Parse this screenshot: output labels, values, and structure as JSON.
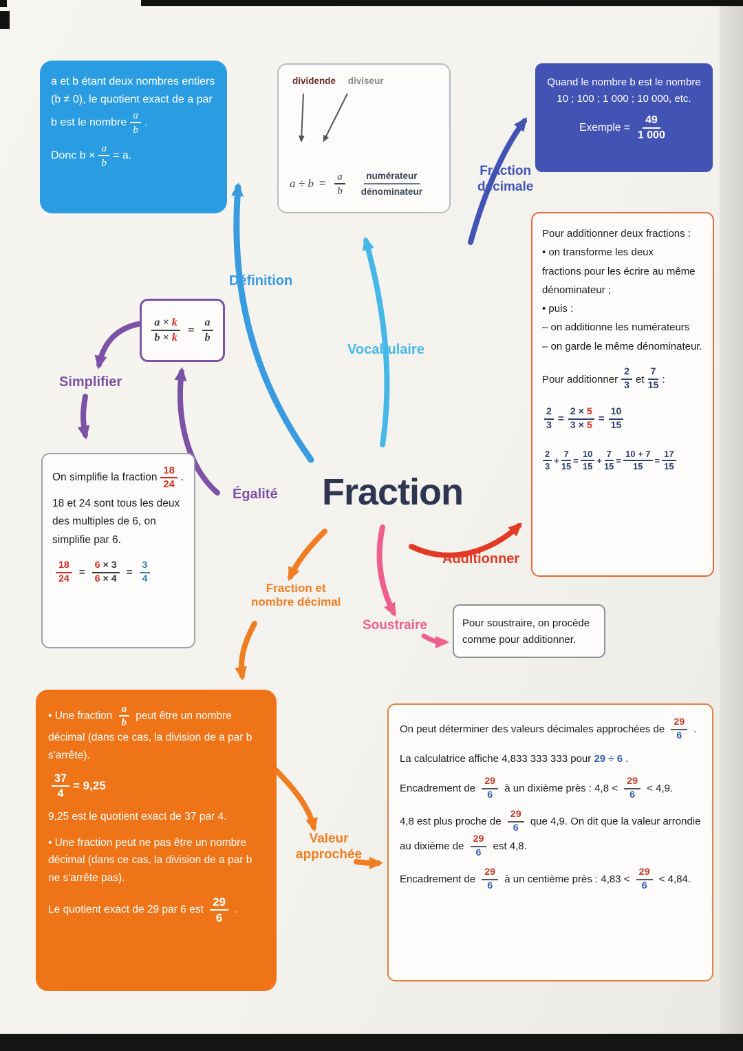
{
  "center": {
    "title": "Fraction"
  },
  "branches": {
    "definition": {
      "label": "Définition",
      "color": "#3a9ce0"
    },
    "vocabulaire": {
      "label": "Vocabulaire",
      "color": "#45b8e8"
    },
    "fraction_decimale": {
      "label_line1": "Fraction",
      "label_line2": "décimale",
      "color": "#4353b4"
    },
    "egalite": {
      "label": "Égalité",
      "color": "#7b52a5"
    },
    "simplifier": {
      "label": "Simplifier",
      "color": "#7b52a5"
    },
    "additionner": {
      "label": "Additionner",
      "color": "#e23a24"
    },
    "soustraire": {
      "label": "Soustraire",
      "color": "#ee5f8f"
    },
    "fraction_nombre_decimal": {
      "label_line1": "Fraction et",
      "label_line2": "nombre décimal",
      "color": "#ef7d22"
    },
    "valeur_approchee": {
      "label_line1": "Valeur",
      "label_line2": "approchée",
      "color": "#ef7d22"
    }
  },
  "definition_box": {
    "bg_color": "#2a9de2",
    "p1_pre": "a et b étant deux nombres entiers (b ≠ 0), le quotient exact de a par b est le nombre",
    "f1_num": "a",
    "f1_den": "b",
    "p1_post": ".",
    "p2_pre": "Donc b ×",
    "f2_num": "a",
    "f2_den": "b",
    "p2_post": "= a."
  },
  "vocab_box": {
    "dividende": "dividende",
    "diviseur": "diviseur",
    "expr": "a ÷ b",
    "equals": "=",
    "f_num": "a",
    "f_den": "b",
    "numerateur": "numérateur",
    "denominateur": "dénominateur"
  },
  "decimale_box": {
    "bg_color": "#4353b4",
    "p1": "Quand le nombre b est le nombre 10 ; 100 ; 1 000 ; 10 000, etc.",
    "exemple_pre": "Exemple =",
    "ex_num": "49",
    "ex_den": "1 000"
  },
  "addition_box": {
    "l1": "Pour additionner deux fractions :",
    "l2": "• on transforme les deux",
    "l3": "fractions pour les écrire au même",
    "l4": "dénominateur ;",
    "l5": "• puis :",
    "l6": "– on additionne les numérateurs",
    "l7": "– on garde le même dénominateur.",
    "p_pre": "Pour additionner",
    "pf1_num": "2",
    "pf1_den": "3",
    "p_mid": "et",
    "pf2_num": "7",
    "pf2_den": "15",
    "p_post": ":",
    "eq1": {
      "a_num": "2",
      "a_den": "3",
      "op1": "=",
      "b_num_pre": "2 ×",
      "b_num_hl": "5",
      "b_den_pre": "3 ×",
      "b_den_hl": "5",
      "op2": "=",
      "c_num": "10",
      "c_den": "15"
    },
    "eq2": {
      "a_num": "2",
      "a_den": "3",
      "op1": "+",
      "b_num": "7",
      "b_den": "15",
      "op2": "=",
      "c_num": "10",
      "c_den": "15",
      "op3": "+",
      "d_num": "7",
      "d_den": "15",
      "op4": "=",
      "e_num": "10 + 7",
      "e_den": "15",
      "op5": "=",
      "f_num": "17",
      "f_den": "15"
    }
  },
  "egalite_box": {
    "num_pre": "a ×",
    "num_k": "k",
    "den_pre": "b ×",
    "den_k": "k",
    "op": "=",
    "r_num": "a",
    "r_den": "b"
  },
  "simplify_box": {
    "p1_pre": "On simplifie la fraction",
    "f1_num": "18",
    "f1_den": "24",
    "p1_post": ".",
    "p2": "18 et 24 sont tous les deux des multiples de 6, on simplifie par 6.",
    "eq": {
      "a_num": "18",
      "a_den": "24",
      "op1": "=",
      "b_num_hl": "6",
      "b_num_rest": "× 3",
      "b_den_hl": "6",
      "b_den_rest": "× 4",
      "op2": "=",
      "c_num": "3",
      "c_den": "4"
    }
  },
  "soustraire_box": {
    "text": "Pour soustraire, on procède comme pour additionner."
  },
  "orange_box": {
    "bg_color": "#ef7418",
    "p1_pre": "• Une fraction",
    "f1_num": "a",
    "f1_den": "b",
    "p1_post": "peut être un nombre décimal (dans ce cas, la division de a par b s'arrête).",
    "eq_num": "37",
    "eq_den": "4",
    "eq_rhs": "= 9,25",
    "p2": "9,25 est le quotient exact de 37 par 4.",
    "p3": "• Une fraction peut ne pas être un nombre décimal (dans ce cas, la division de a par b ne s'arrête pas).",
    "p4_pre": "Le quotient exact de 29 par 6 est",
    "f2_num": "29",
    "f2_den": "6",
    "p4_post": "."
  },
  "approx_box": {
    "f_num": "29",
    "f_den": "6",
    "p1_pre": "On peut déterminer des valeurs décimales approchées de",
    "p1_post": ".",
    "p2_pre": "La calculatrice affiche 4,833 333 333 pour",
    "p2_hl": "29 ÷ 6",
    "p2_post": ".",
    "p3_pre": "Encadrement de",
    "p3_mid": "à un dixième près : 4,8 <",
    "p3_post": "< 4,9.",
    "p4_pre": "4,8 est plus proche de",
    "p4_mid": "que 4,9. On dit que la valeur arrondie au dixième de",
    "p4_post": "est 4,8.",
    "p5_pre": "Encadrement de",
    "p5_mid": "à un centième près : 4,83 <",
    "p5_post": "< 4,84."
  }
}
